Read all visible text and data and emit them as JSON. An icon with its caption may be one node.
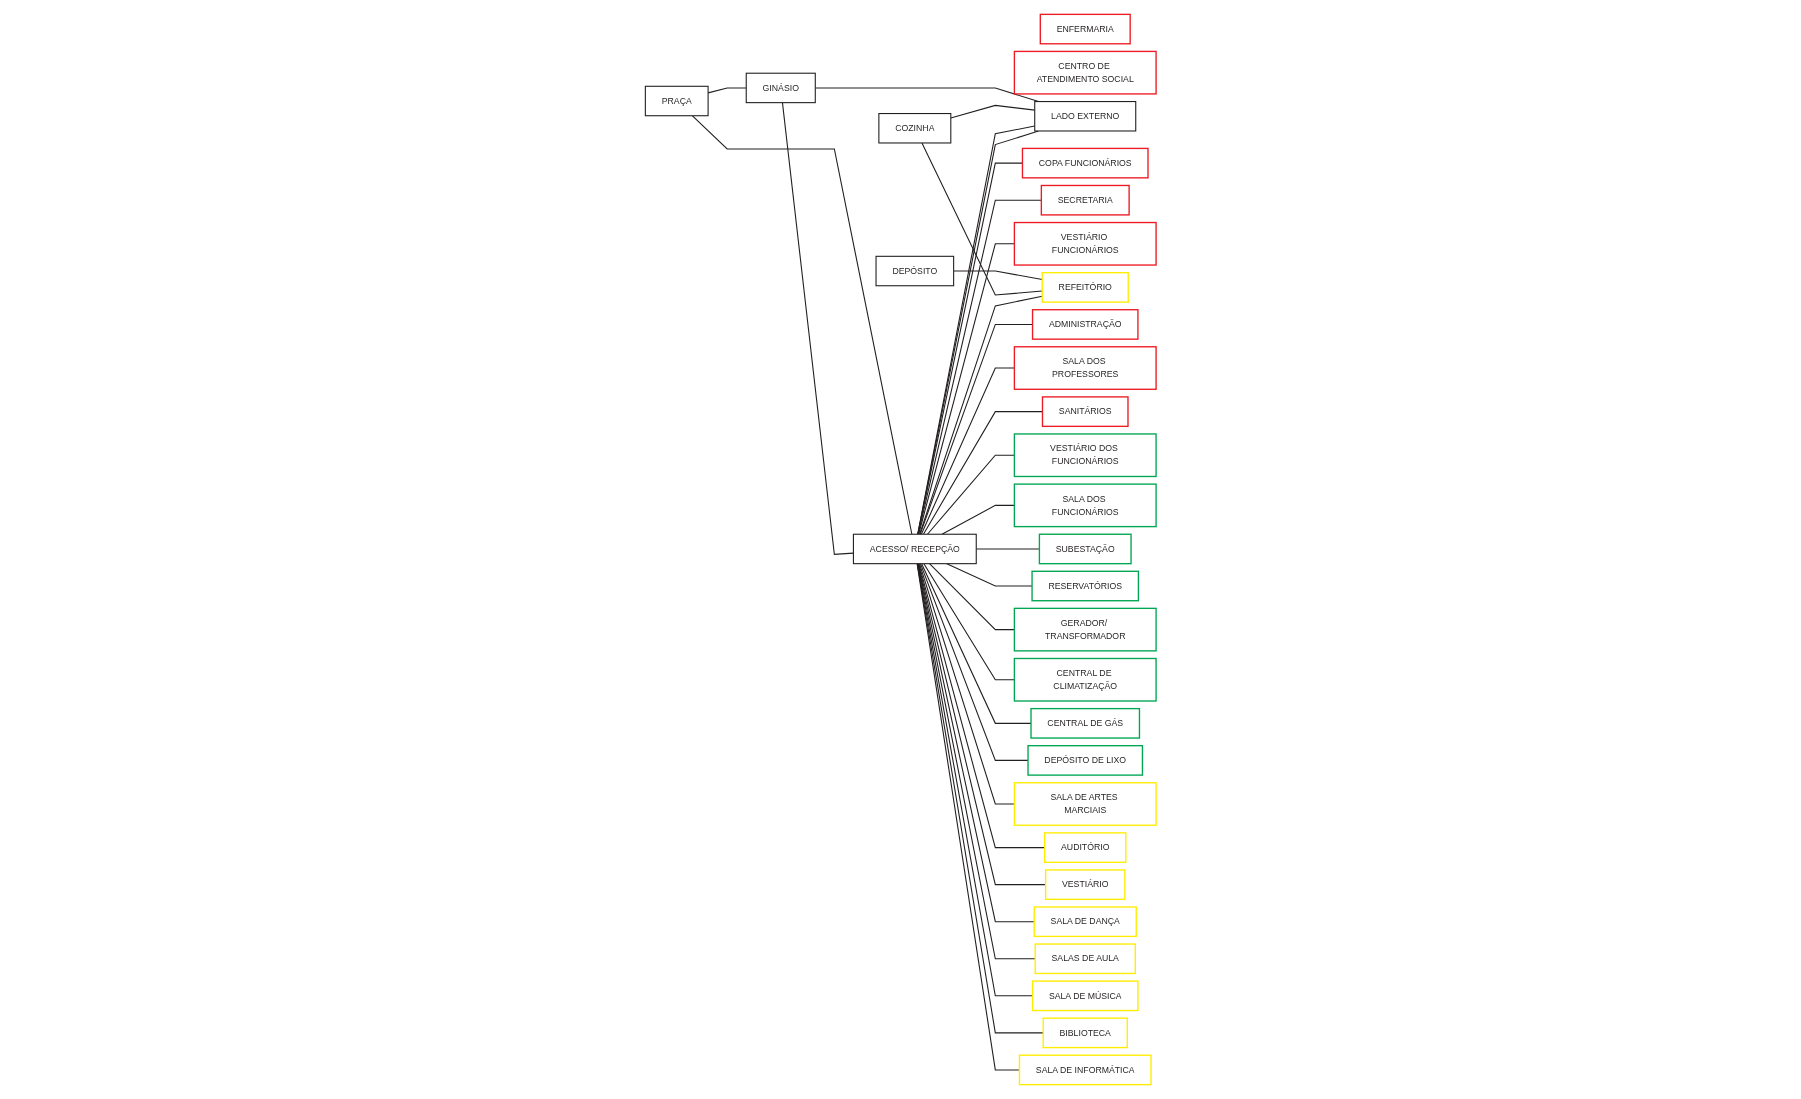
{
  "diagram": {
    "nodes": [
      {
        "text": [
          "GINÁSIO"
        ]
      },
      {
        "text": [
          "DEPÓSITO"
        ]
      },
      {
        "text": [
          "COZINHA"
        ]
      },
      {
        "text": [
          "SALA DE INFORMÁTICA"
        ]
      },
      {
        "text": [
          "SALA DE MÚSICA"
        ]
      },
      {
        "text": [
          "REFEITÓRIO"
        ]
      },
      {
        "text": [
          "VESTIÁRIO"
        ]
      },
      {
        "text": [
          "AUDITÓRIO"
        ]
      },
      {
        "text": [
          "BIBLIOTECA"
        ]
      },
      {
        "text": [
          "SALAS DE AULA"
        ]
      },
      {
        "text": [
          "SALA DE DANÇA"
        ]
      },
      {
        "text": [
          "SALA DE ARTES MARCIAIS"
        ]
      },
      {
        "text": [
          "DEPÓSITO DE LIXO"
        ]
      },
      {
        "text": [
          "CENTRAL DE CLIMATIZAÇÃO"
        ]
      },
      {
        "text": [
          "RESERVATÓRIOS"
        ]
      },
      {
        "text": [
          "SALA DOS FUNCIONÁRIOS"
        ]
      },
      {
        "text": [
          "LADO EXTERNO"
        ]
      },
      {
        "text": [
          "PRAÇA"
        ]
      },
      {
        "text": [
          "ACESSO/ RECEPÇÃO"
        ]
      },
      {
        "text": [
          "CENTRAL DE GÁS"
        ]
      },
      {
        "text": [
          "GERADOR/ TRANSFORMADOR"
        ]
      },
      {
        "text": [
          "SUBESTAÇÃO"
        ]
      },
      {
        "text": [
          "VESTIÁRIO DOS FUNCIONÁRIOS"
        ]
      },
      {
        "text": [
          "SANITÁRIOS"
        ]
      },
      {
        "text": [
          "ADMINISTRAÇÃO"
        ]
      },
      {
        "text": [
          "SECRETARIA"
        ]
      },
      {
        "text": [
          "CENTRO DE ATENDIMENTO SOCIAL"
        ]
      },
      {
        "text": [
          "SALA DOS PROFESSORES"
        ]
      },
      {
        "text": [
          "VESTIÁRIO FUNCIONÁRIOS"
        ]
      },
      {
        "text": [
          "COPA FUNCIONÁRIOS"
        ]
      },
      {
        "text": [
          "ENFERMARIA"
        ]
      }
    ],
    "edges": [
      {
        "from": 17,
        "to": 0,
        "arrow": "none"
      },
      {
        "from": 17,
        "to": 18,
        "arrow": "none"
      },
      {
        "from": 0,
        "to": 18,
        "arrow": "none"
      },
      {
        "from": 0,
        "to": 16,
        "arrow": "none"
      },
      {
        "from": 1,
        "to": 5,
        "arrow": "none"
      },
      {
        "from": 2,
        "to": 5,
        "arrow": "none"
      },
      {
        "from": 2,
        "to": 16,
        "arrow": "none"
      },
      {
        "from": 18,
        "to": 3,
        "arrow": "none"
      },
      {
        "from": 18,
        "to": 8,
        "arrow": "none"
      },
      {
        "from": 18,
        "to": 4,
        "arrow": "none"
      },
      {
        "from": 18,
        "to": 9,
        "arrow": "none"
      },
      {
        "from": 18,
        "to": 5,
        "arrow": "none"
      },
      {
        "from": 18,
        "to": 10,
        "arrow": "none"
      },
      {
        "from": 18,
        "to": 6,
        "arrow": "none"
      },
      {
        "from": 18,
        "to": 7,
        "arrow": "none"
      },
      {
        "from": 18,
        "to": 11,
        "arrow": "none"
      },
      {
        "from": 18,
        "to": 12,
        "arrow": "none"
      },
      {
        "from": 18,
        "to": 19,
        "arrow": "none"
      },
      {
        "from": 18,
        "to": 13,
        "arrow": "none"
      },
      {
        "from": 18,
        "to": 20,
        "arrow": "none"
      },
      {
        "from": 18,
        "to": 14,
        "arrow": "none"
      },
      {
        "from": 18,
        "to": 21,
        "arrow": "none"
      },
      {
        "from": 18,
        "to": 15,
        "arrow": "none"
      },
      {
        "from": 18,
        "to": 22,
        "arrow": "none"
      },
      {
        "from": 18,
        "to": 16,
        "arrow": "none"
      },
      {
        "from": 18,
        "to": 23,
        "arrow": "none"
      },
      {
        "from": 18,
        "to": 27,
        "arrow": "none"
      },
      {
        "from": 18,
        "to": 24,
        "arrow": "none"
      },
      {
        "from": 18,
        "to": 28,
        "arrow": "none"
      },
      {
        "from": 18,
        "to": 25,
        "arrow": "none"
      },
      {
        "from": 18,
        "to": 29,
        "arrow": "none"
      },
      {
        "from": 18,
        "to": 16,
        "arrow": "none"
      }
    ]
  }
}
